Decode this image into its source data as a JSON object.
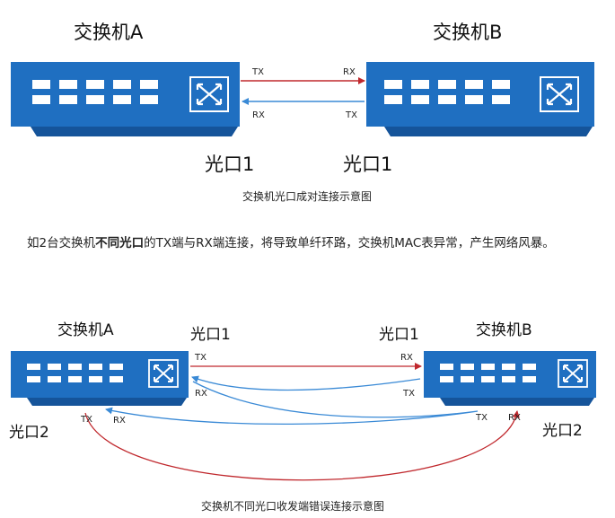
{
  "diagram1": {
    "switch_a_title": "交换机A",
    "switch_b_title": "交换机B",
    "a_tx": "TX",
    "a_rx": "RX",
    "b_rx": "RX",
    "b_tx": "TX",
    "a_port": "光口1",
    "b_port": "光口1",
    "caption": "交换机光口成对连接示意图"
  },
  "paragraph": {
    "before": "如2台交换机",
    "bold": "不同光口",
    "after": "的TX端与RX端连接，将导致单纤环路，交换机MAC表异常，产生网络风暴。"
  },
  "diagram2": {
    "switch_a_title": "交换机A",
    "switch_b_title": "交换机B",
    "a_port1": "光口1",
    "b_port1": "光口1",
    "a_port2": "光口2",
    "b_port2": "光口2",
    "a_tx1": "TX",
    "a_rx1": "RX",
    "b_rx1": "RX",
    "b_tx1": "TX",
    "a_tx2": "TX",
    "a_rx2": "RX",
    "b_tx2": "TX",
    "b_rx2": "RX",
    "caption": "交换机不同光口收发端错误连接示意图"
  },
  "colors": {
    "switch_blue": "#1f6fc1",
    "switch_dark": "#15549a",
    "red_link": "#c0282d",
    "blue_link": "#3a8ad6"
  }
}
